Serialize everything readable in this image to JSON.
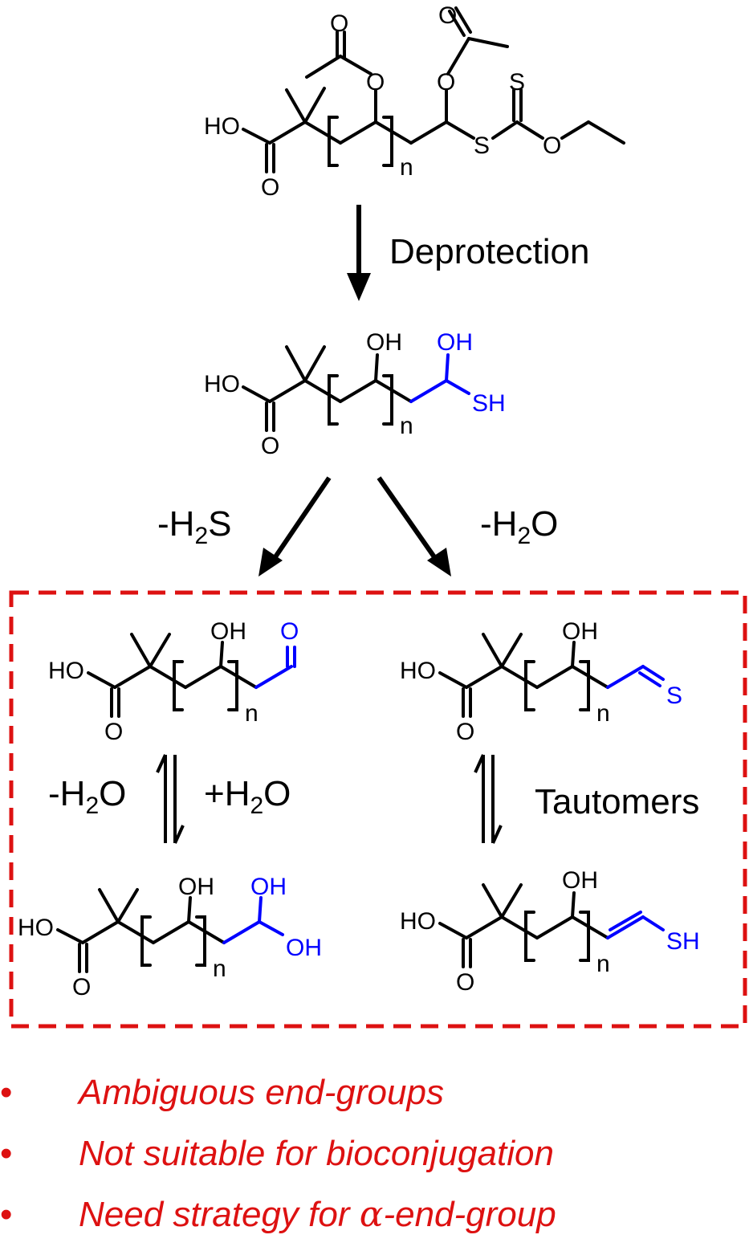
{
  "colors": {
    "bond": "#000000",
    "highlight": "#0000ff",
    "accent": "#dd1111"
  },
  "atoms": {
    "HO": "HO",
    "O": "O",
    "OH": "OH",
    "S": "S",
    "SH": "SH",
    "n": "n"
  },
  "steps": {
    "deprotection": "Deprotection",
    "left_loss_prefix": "-H",
    "left_loss_sub": "2",
    "left_loss_suffix": "S",
    "right_loss_prefix": "-H",
    "right_loss_sub": "2",
    "right_loss_suffix": "O",
    "minus_water_prefix": "-H",
    "minus_water_sub": "2",
    "minus_water_suffix": "O",
    "plus_water_prefix": "+H",
    "plus_water_sub": "2",
    "plus_water_suffix": "O",
    "tautomers": "Tautomers"
  },
  "bullets": {
    "marker": "•",
    "items": [
      "Ambiguous end-groups",
      "Not suitable for bioconjugation"
    ],
    "third_prefix": "Need strategy for ",
    "third_greek": "α",
    "third_suffix": "-end-group"
  }
}
